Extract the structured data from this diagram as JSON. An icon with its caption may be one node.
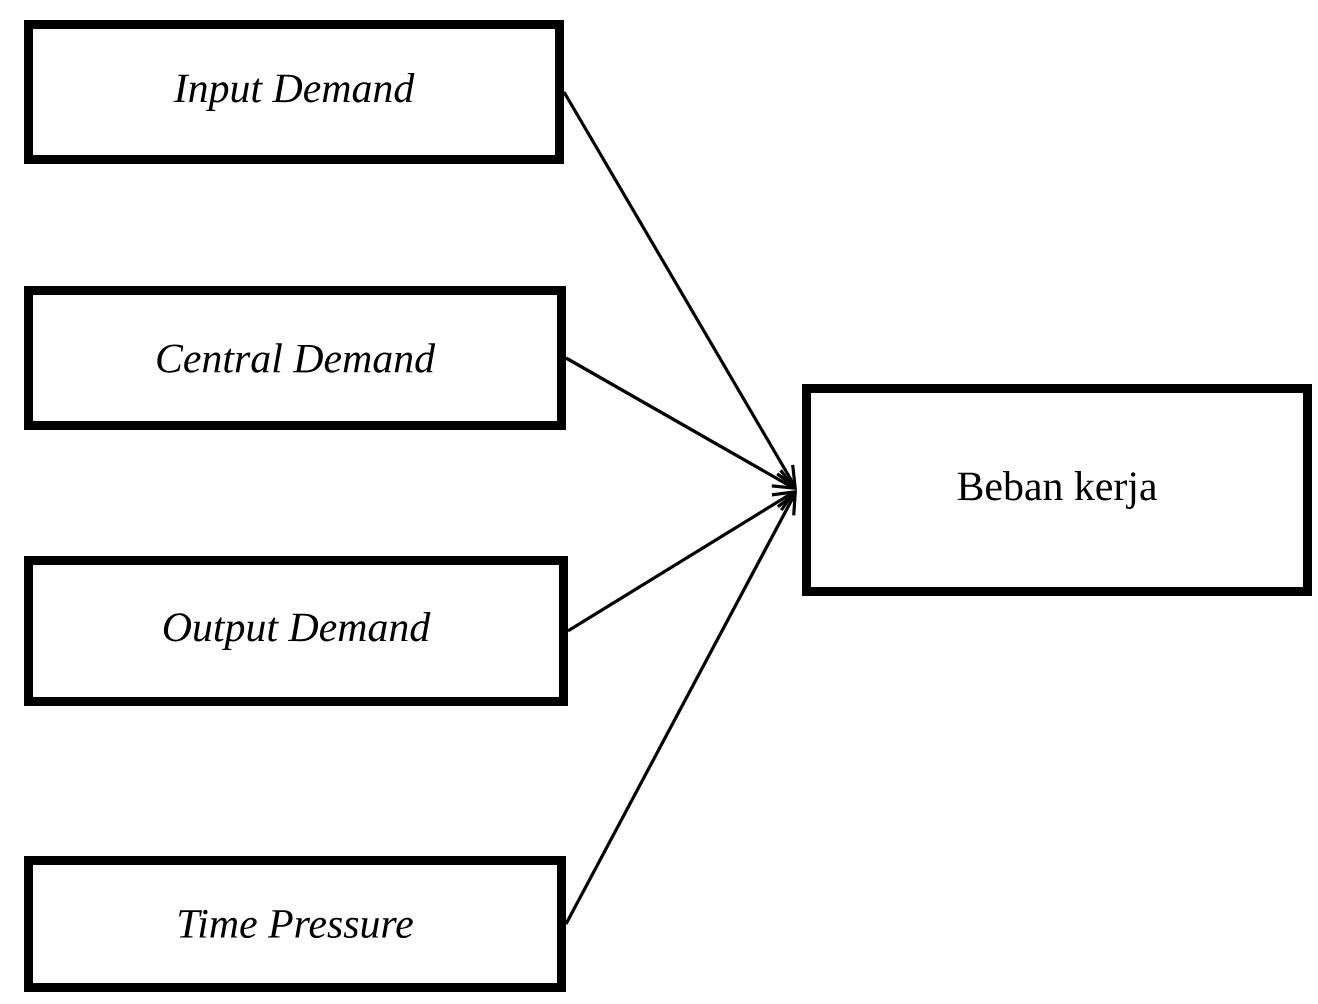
{
  "diagram": {
    "nodes": [
      {
        "text": [
          "Input Demand"
        ]
      },
      {
        "text": [
          "Central Demand"
        ]
      },
      {
        "text": [
          "Output Demand"
        ]
      },
      {
        "text": [
          "Time Pressure"
        ]
      },
      {
        "text": [
          "Beban kerja"
        ]
      }
    ],
    "edges": [
      {
        "from": 0,
        "to": 4,
        "arrow": "to"
      },
      {
        "from": 1,
        "to": 4,
        "arrow": "to"
      },
      {
        "from": 2,
        "to": 4,
        "arrow": "to"
      },
      {
        "from": 3,
        "to": 4,
        "arrow": "to"
      }
    ]
  }
}
